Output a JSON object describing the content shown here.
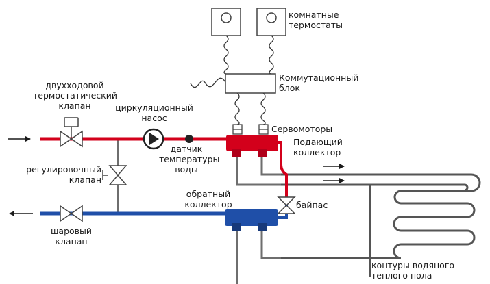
{
  "colors": {
    "supply": "#d3001b",
    "return": "#1f4fa8",
    "pipe_gray": "#6e6e6e",
    "loop": "#555555",
    "text": "#1a1a1a"
  },
  "labels": {
    "room_thermostats": [
      "комнатные",
      "термостаты"
    ],
    "switch_block": [
      "Коммутационный",
      "блок"
    ],
    "two_way_valve": [
      "двухходовой",
      "термостатический",
      "клапан"
    ],
    "circulation_pump": [
      "циркуляционный",
      "насос"
    ],
    "servomotors": "Сервомоторы",
    "supply_manifold": [
      "Подающий",
      "коллектор"
    ],
    "temp_sensor": [
      "датчик",
      "температуры",
      "воды"
    ],
    "balancing_valve": [
      "регулировочный",
      "клапан"
    ],
    "return_manifold": [
      "обратный",
      "коллектор"
    ],
    "bypass": "байпас",
    "ball_valve": [
      "шаровый",
      "клапан"
    ],
    "floor_loops": [
      "контуры водяного",
      "теплого пола"
    ]
  },
  "icons": [
    "thermostat-icon",
    "gate-valve-icon",
    "pump-icon",
    "sensor-icon",
    "servomotor-icon",
    "flow-arrow-icon"
  ]
}
